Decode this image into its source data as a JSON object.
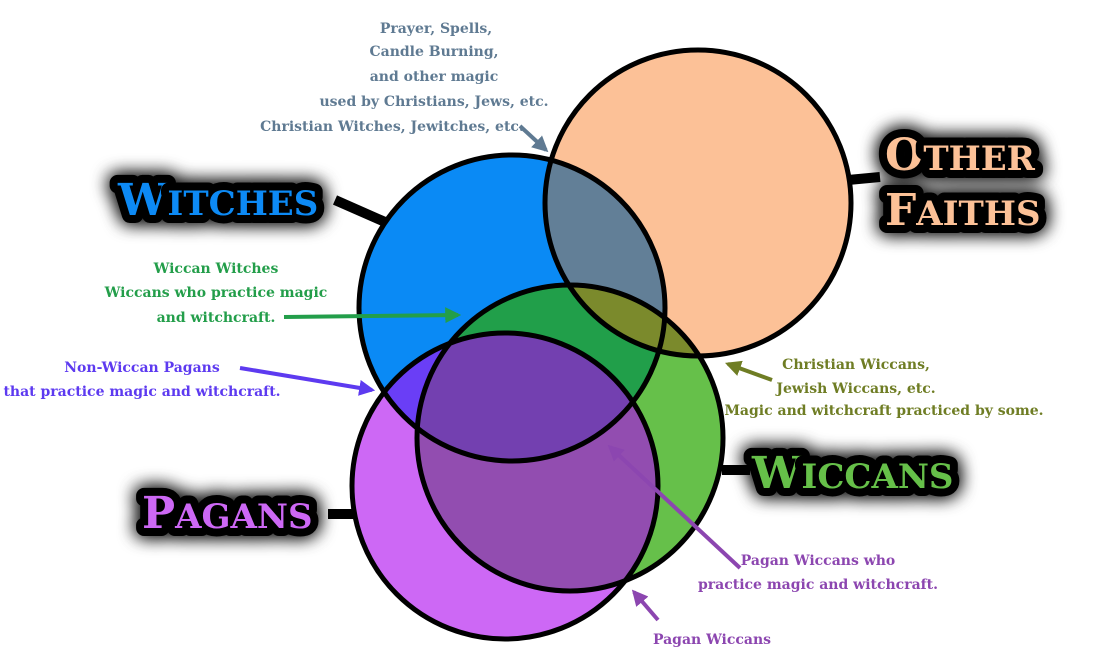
{
  "colors": {
    "witches": "#0a8af5",
    "other_faiths": "#fcc197",
    "wiccans": "#66c04a",
    "pagans": "#cd68f5",
    "witches_other": "#627f97",
    "witches_wiccans": "#219f4a",
    "other_wiccans": "#7b8a2c",
    "witches_pagans": "#6a3ef6",
    "wiccans_pagans": "#924db0",
    "center": "#7340b0",
    "note_slate": "#5f7a92",
    "note_green": "#239e4a",
    "note_olive": "#6f7d24",
    "note_blue_violet": "#5d3af0",
    "note_purple": "#8c46b0"
  },
  "labels": {
    "witches": {
      "first": "W",
      "rest": "ITCHES"
    },
    "other": {
      "line1_first": "O",
      "line1_rest": "THER",
      "line2_first": "F",
      "line2_rest": "AITHS"
    },
    "wiccans": {
      "first": "W",
      "rest": "ICCANS"
    },
    "pagans": {
      "first": "P",
      "rest": "AGANS"
    }
  },
  "annotations": {
    "witches_other": [
      "Prayer, Spells,",
      "Candle Burning,",
      "and other magic",
      "used by Christians, Jews, etc.",
      "Christian Witches, Jewitches, etc."
    ],
    "wiccan_witches": [
      "Wiccan Witches",
      "Wiccans who practice magic",
      "and witchcraft."
    ],
    "non_wiccan_pagans": [
      "Non-Wiccan Pagans",
      "that practice magic and witchcraft."
    ],
    "other_wiccans": [
      "Christian Wiccans,",
      "Jewish Wiccans, etc.",
      "Magic and witchcraft practiced by some."
    ],
    "pagan_wiccans_magic": [
      "Pagan Wiccans who",
      "practice magic and witchcraft."
    ],
    "pagan_wiccans": [
      "Pagan Wiccans"
    ]
  }
}
